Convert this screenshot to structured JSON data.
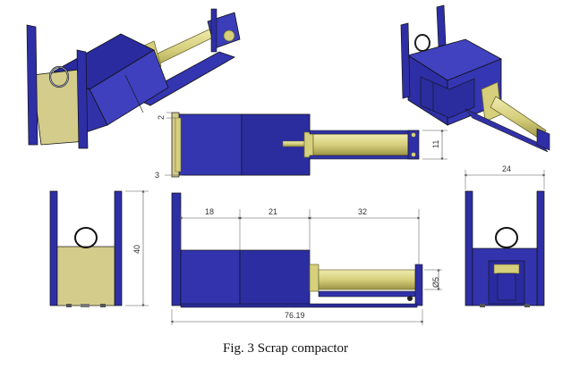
{
  "caption": "Fig. 3 Scrap compactor",
  "dimensions": {
    "top_plate": "2",
    "top_cyl_height": "11",
    "top_left": "3",
    "side_height": "40",
    "front_width": "24",
    "seg1": "18",
    "seg2": "21",
    "seg3": "32",
    "rod_dia": "Ø5",
    "total_length": "76.19"
  },
  "colors": {
    "body_blue": "#2e2fa6",
    "body_blue_dark": "#1c1d78",
    "body_blue_light": "#4a4cc8",
    "door_tan": "#cfc78a",
    "cylinder": "#d9d27e",
    "cylinder_dark": "#a59d4e"
  }
}
